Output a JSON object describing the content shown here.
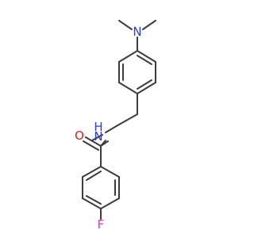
{
  "atoms": {
    "n_amine": {
      "symbol": "N",
      "color": "#2f3be0"
    },
    "n_amide": {
      "symbol": "N",
      "color": "#2f3be0"
    },
    "h_amide": {
      "symbol": "H",
      "color": "#2f3be0"
    },
    "o_carbonyl": {
      "symbol": "O",
      "color": "#e02020"
    },
    "f_fluoro": {
      "symbol": "F",
      "color": "#c040c0"
    }
  },
  "colors": {
    "bond": "#3c3c3c",
    "background": "#ffffff"
  }
}
